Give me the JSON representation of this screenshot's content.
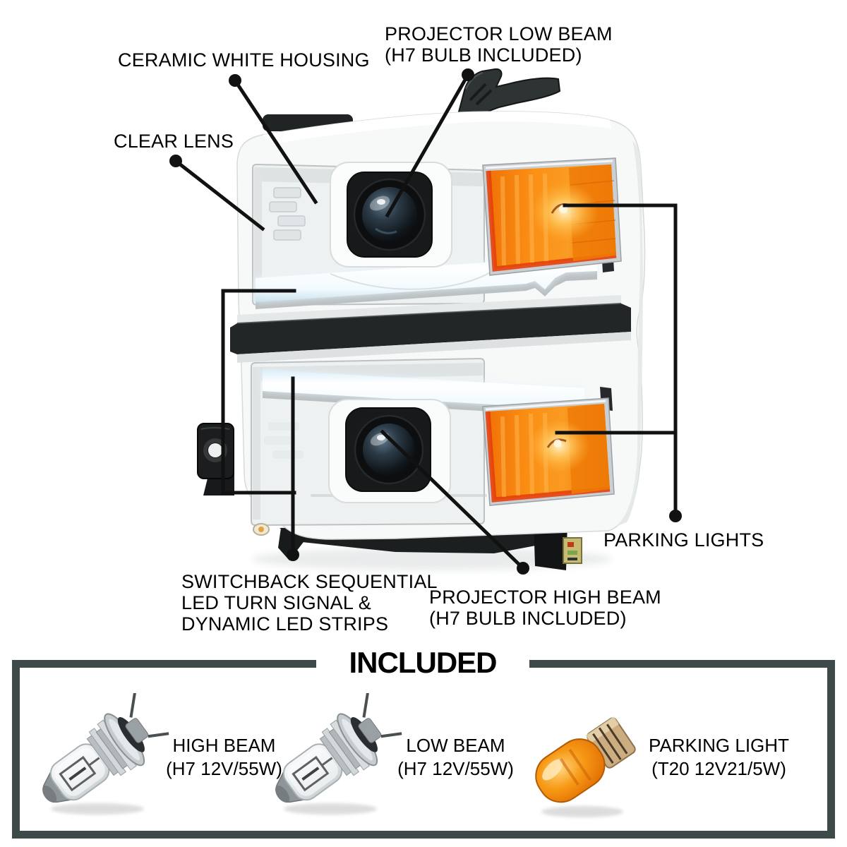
{
  "callouts": {
    "ceramic_housing": {
      "label": "CERAMIC WHITE HOUSING"
    },
    "projector_low_beam": {
      "line1": "PROJECTOR LOW BEAM",
      "line2": "(H7 BULB INCLUDED)"
    },
    "clear_lens": {
      "label": "CLEAR LENS"
    },
    "parking_lights": {
      "label": "PARKING LIGHTS"
    },
    "switchback": {
      "line1": "SWITCHBACK SEQUENTIAL",
      "line2": "LED TURN SIGNAL &",
      "line3": "DYNAMIC LED STRIPS"
    },
    "projector_high_beam": {
      "line1": "PROJECTOR HIGH BEAM",
      "line2": "(H7 BULB INCLUDED)"
    }
  },
  "included": {
    "title": "INCLUDED",
    "items": [
      {
        "icon": "h7-halogen-bulb-icon",
        "name": "HIGH BEAM",
        "spec": "(H7 12V/55W)"
      },
      {
        "icon": "h7-halogen-bulb-icon",
        "name": "LOW BEAM",
        "spec": "(H7 12V/55W)"
      },
      {
        "icon": "t20-amber-bulb-icon",
        "name": "PARKING LIGHT",
        "spec": "(T20 12V21/5W)"
      }
    ]
  },
  "colors": {
    "background": "#ffffff",
    "label_text": "#000000",
    "callout_line": "#111111",
    "box_border": "#3e4949",
    "amber_signal": "#f58409",
    "amber_edge": "#e8430c",
    "led_strip": "#ffffff",
    "housing_white": "#f6f7f7",
    "divider_black": "#232728"
  }
}
